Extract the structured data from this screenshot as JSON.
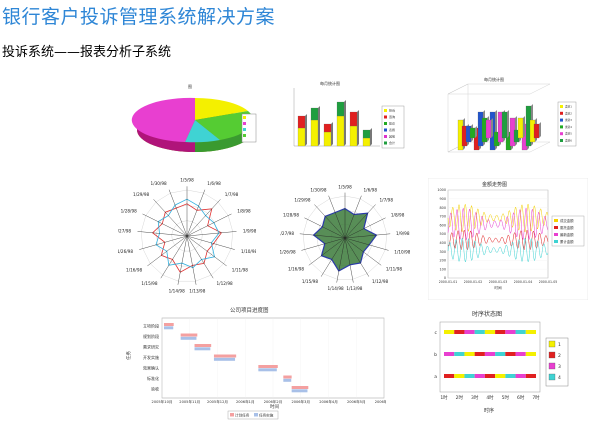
{
  "page": {
    "title": "银行客户投诉管理系统解决方案",
    "subtitle": "投诉系统——报表分析子系统"
  },
  "charts": {
    "bar3d": {
      "title": "每月统计图",
      "legend": [
        "投诉",
        "咨询",
        "建议",
        "表扬",
        "其他",
        "合计"
      ]
    },
    "bar3d_grid": {
      "title": "每月统计图",
      "legend": [
        "类别1",
        "类别2",
        "类别3",
        "类别4",
        "类别5",
        "类别6"
      ]
    },
    "radar_dates": [
      "1/5/98",
      "1/6/98",
      "1/7/98",
      "1/8/98",
      "1/9/98",
      "1/10/98",
      "1/11/98",
      "1/12/98",
      "1/13/98",
      "1/14/98",
      "1/15/98",
      "1/16/98",
      "1/26/98",
      "1/27/98",
      "1/28/98",
      "1/29/98",
      "1/30/98"
    ],
    "line": {
      "title": "金额走势图",
      "legend": [
        "成交金额",
        "委托金额",
        "最新金额",
        "累计金额"
      ],
      "xticks": [
        "2000-01-01",
        "2000-01-02",
        "2000-01-03",
        "2000-01-04",
        "2000-01-05"
      ],
      "yticks": [
        "1000",
        "900",
        "800",
        "700",
        "600",
        "500",
        "400",
        "300",
        "200",
        "100",
        "0"
      ],
      "xlabel": "时间"
    },
    "gantt": {
      "title": "公司项目进度图",
      "tasks": [
        "立项阶段",
        "规划阶段",
        "需求研究",
        "开发实施",
        "效果确认",
        "标准化",
        "验收"
      ],
      "xticks": [
        "2005年10月",
        "2005年11月",
        "2005年12月",
        "2006年1月",
        "2006年2月",
        "2006年3月",
        "2006年4月",
        "2006年5月",
        "2006年6月"
      ],
      "xlabel": "时间",
      "ylabel": "任务",
      "legend": [
        "计划任务",
        "任务实施"
      ]
    },
    "timing": {
      "title": "时序状态图",
      "rows": [
        "c",
        "b",
        "a"
      ],
      "xticks": [
        "1时",
        "2时",
        "3时",
        "4时",
        "5时",
        "6时",
        "7时"
      ],
      "xlabel": "时序",
      "legend": [
        "1",
        "2",
        "3",
        "4"
      ]
    }
  }
}
